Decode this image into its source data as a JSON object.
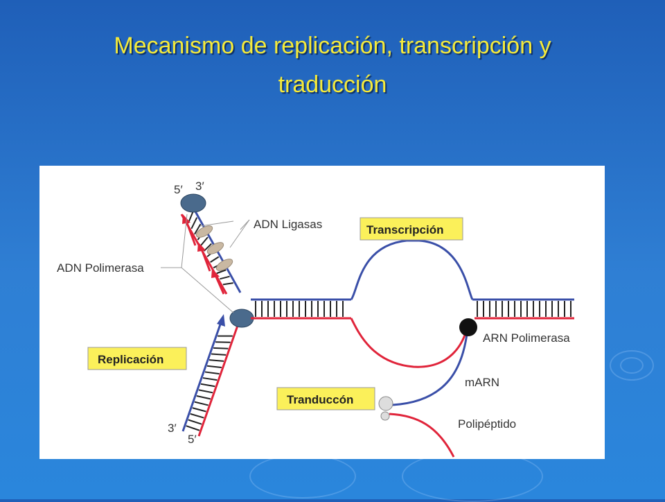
{
  "slide": {
    "title_line1": "Mecanismo de replicación, transcripción y",
    "title_line2": "traducción"
  },
  "diagram": {
    "labels": {
      "five_prime_top": "5′",
      "three_prime_top": "3′",
      "adn_ligasas": "ADN Ligasas",
      "adn_polimerasa": "ADN Polimerasa",
      "transcripcion": "Transcripción",
      "replicacion": "Replicación",
      "arn_polimerasa": "ARN Polimerasa",
      "marn": "mARN",
      "tranduccion": "Tranduccón",
      "polipeptido": "Polipéptido",
      "three_prime_bottom": "3′",
      "five_prime_bottom": "5′"
    },
    "colors": {
      "strand_blue": "#3a4fa8",
      "strand_red": "#e0243a",
      "box_yellow": "#fbf05a",
      "enzyme": "#4a6a8c",
      "ligase": "#c9b8a2",
      "rna_pol": "#111111"
    }
  }
}
